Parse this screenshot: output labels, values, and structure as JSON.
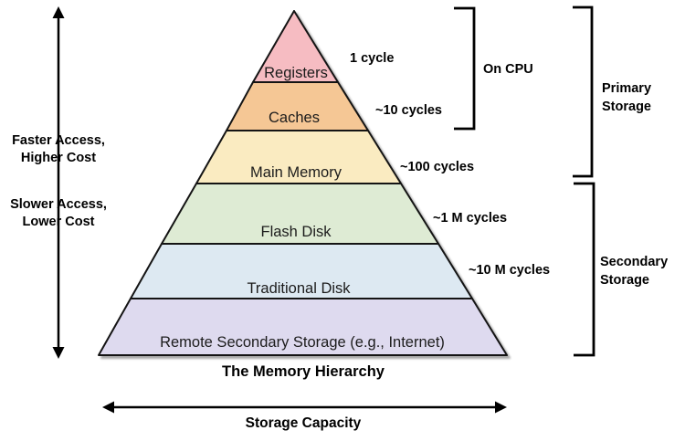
{
  "diagram": {
    "title": "The Memory Hierarchy",
    "capacity_axis_label": "Storage Capacity"
  },
  "left_annotations": {
    "faster_line1": "Faster Access,",
    "faster_line2": "Higher Cost",
    "slower_line1": "Slower Access,",
    "slower_line2": "Lower Cost"
  },
  "pyramid": {
    "outline_color": "#141414",
    "layers": [
      {
        "label": "Registers",
        "color": "#f6bcc2",
        "latency": "1 cycle"
      },
      {
        "label": "Caches",
        "color": "#f5c795",
        "latency": "~10 cycles"
      },
      {
        "label": "Main Memory",
        "color": "#faebc1",
        "latency": "~100 cycles"
      },
      {
        "label": "Flash Disk",
        "color": "#deebd4",
        "latency": "~1 M cycles"
      },
      {
        "label": "Traditional Disk",
        "color": "#dde9f2",
        "latency": "~10 M cycles"
      },
      {
        "label": "Remote Secondary Storage (e.g., Internet)",
        "color": "#dedaef",
        "latency": ""
      }
    ]
  },
  "brackets": {
    "on_cpu": {
      "label": "On CPU"
    },
    "primary_storage": {
      "line1": "Primary",
      "line2": "Storage"
    },
    "secondary_storage": {
      "line1": "Secondary",
      "line2": "Storage"
    }
  }
}
